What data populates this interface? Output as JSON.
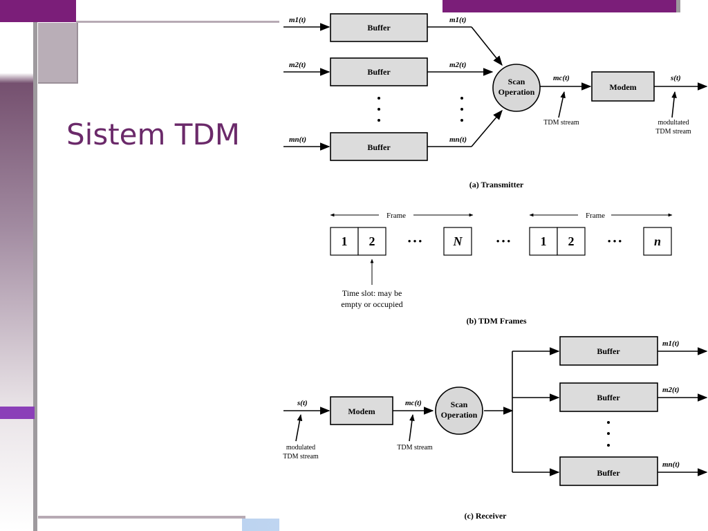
{
  "slide": {
    "title": "Sistem TDM"
  },
  "colors": {
    "title": "#6b2a6a",
    "accent_purple": "#7b1e79",
    "box_fill": "#dcdcdc",
    "circle_fill": "#d8d8d8"
  },
  "diagram": {
    "transmitter": {
      "caption": "(a) Transmitter",
      "inputs": [
        "m1(t)",
        "m2(t)",
        "mn(t)"
      ],
      "outputs": [
        "m1(t)",
        "m2(t)",
        "mn(t)"
      ],
      "buffer_label": "Buffer",
      "scan_label_line1": "Scan",
      "scan_label_line2": "Operation",
      "mc_label": "mc(t)",
      "modem_label": "Modem",
      "s_label": "s(t)",
      "tdm_stream_label": "TDM stream",
      "modulated_line1": "modultated",
      "modulated_line2": "TDM stream"
    },
    "frames": {
      "caption": "(b) TDM Frames",
      "frame_label": "Frame",
      "frame1_slots": [
        "1",
        "2",
        "N"
      ],
      "frame2_slots": [
        "1",
        "2",
        "n"
      ],
      "ellipsis": "• • •",
      "slot_note_line1": "Time slot: may be",
      "slot_note_line2": "empty or occupied"
    },
    "receiver": {
      "caption": "(c) Receiver",
      "s_label": "s(t)",
      "modem_label": "Modem",
      "mc_label": "mc(t)",
      "scan_label_line1": "Scan",
      "scan_label_line2": "Operation",
      "buffer_label": "Buffer",
      "outputs": [
        "m1(t)",
        "m2(t)",
        "mn(t)"
      ],
      "tdm_stream_label": "TDM stream",
      "modulated_line1": "modulated",
      "modulated_line2": "TDM stream"
    }
  }
}
